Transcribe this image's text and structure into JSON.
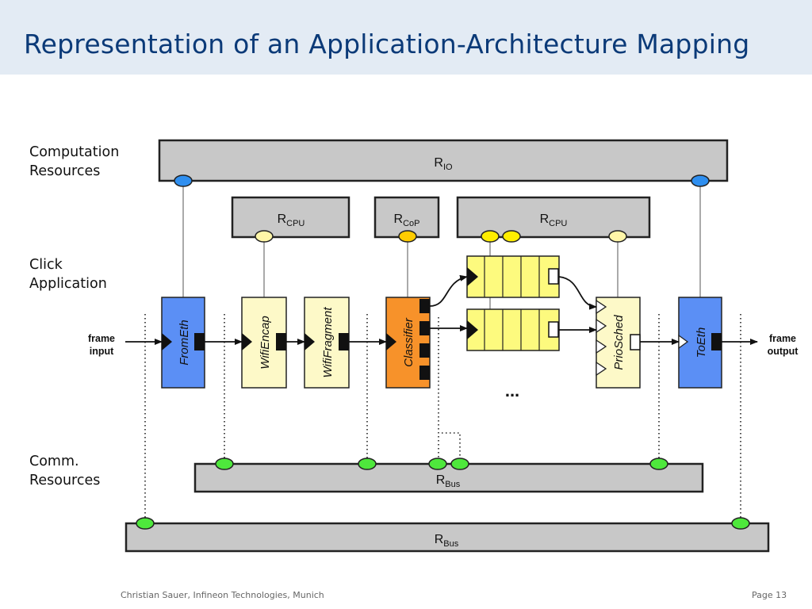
{
  "title": "Representation of an Application-Architecture Mapping",
  "labels": {
    "computation_line1": "Computation",
    "computation_line2": "Resources",
    "click_line1": "Click",
    "click_line2": "Application",
    "comm_line1": "Comm.",
    "comm_line2": "Resources"
  },
  "resources": {
    "r_io": {
      "main": "R",
      "sub": "IO"
    },
    "r_cpu_left": {
      "main": "R",
      "sub": "CPU"
    },
    "r_cop": {
      "main": "R",
      "sub": "CoP"
    },
    "r_cpu_right": {
      "main": "R",
      "sub": "CPU"
    },
    "r_bus_upper": {
      "main": "R",
      "sub": "Bus"
    },
    "r_bus_lower": {
      "main": "R",
      "sub": "Bus"
    }
  },
  "elements": {
    "frometh": "FromEth",
    "wifiencap": "WifiEncap",
    "wififragment": "WifiFragment",
    "classifier": "Classifier",
    "priosched": "PrioSched",
    "toeth": "ToEth"
  },
  "io_labels": {
    "input_line1": "frame",
    "input_line2": "input",
    "output_line1": "frame",
    "output_line2": "output"
  },
  "ellipsis": "...",
  "footer": {
    "author": "Christian Sauer, Infineon Technologies, Munich",
    "page": "Page 13"
  },
  "colors": {
    "title": "#0b3a78",
    "header_bg": "#e3ebf4",
    "resource_box": "#c8c8c8",
    "blue_element": "#5b8ff5",
    "yellow_element": "#fdf9c8",
    "orange_element": "#f7922a",
    "queue": "#fdfa7e",
    "port_blue": "#2f8ff0",
    "port_yellow": "#fff6a8",
    "port_gold": "#ffcc00",
    "port_bright_yellow": "#ffee00",
    "port_green": "#4ee83c"
  }
}
